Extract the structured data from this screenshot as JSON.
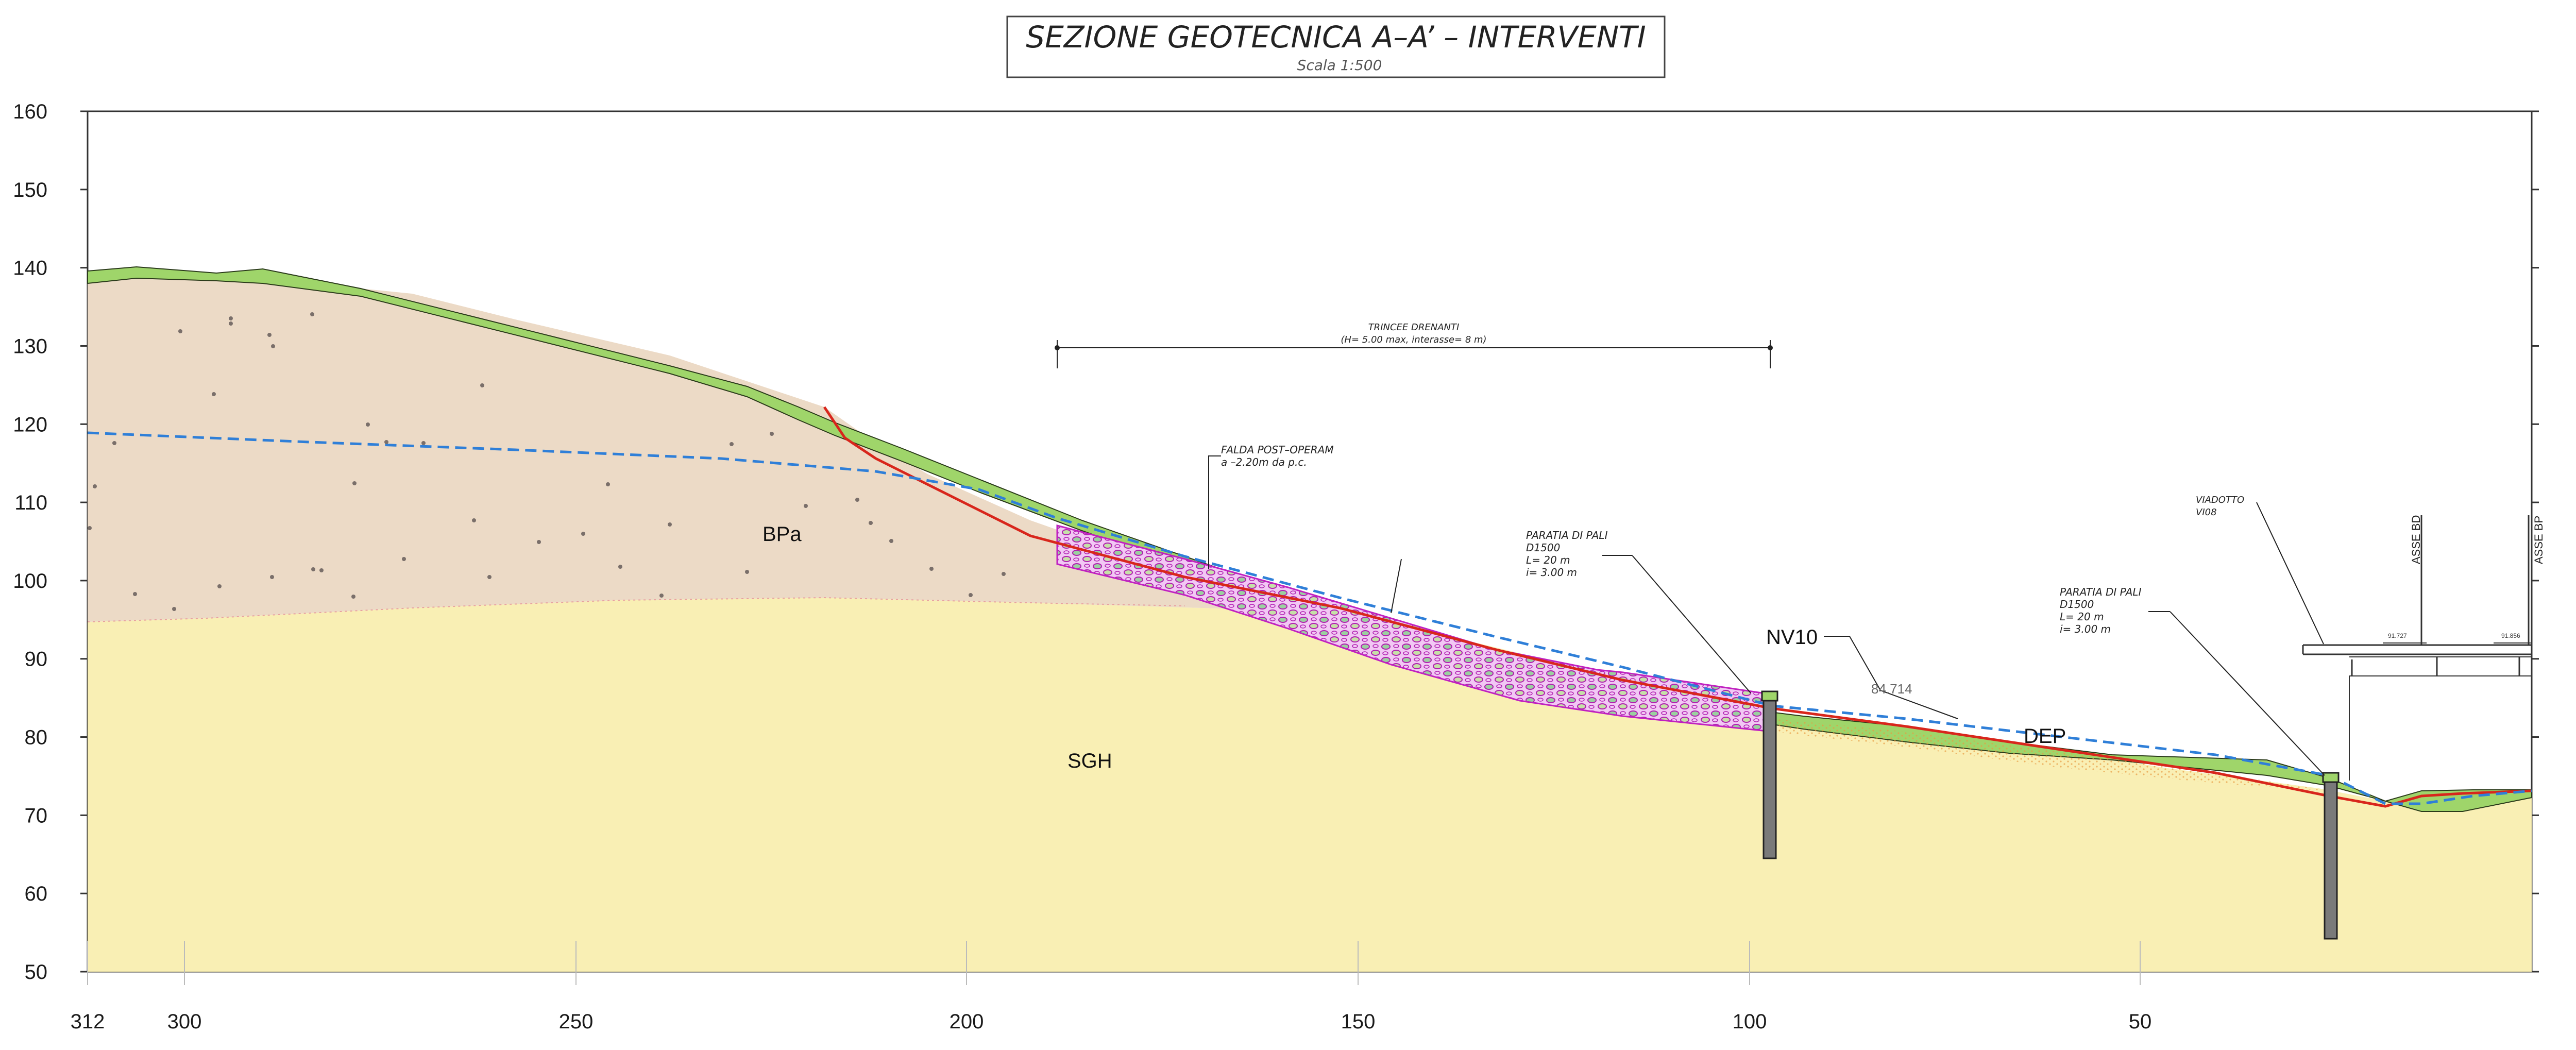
{
  "title": {
    "main": "SEZIONE  GEOTECNICA  A–A’  –  INTERVENTI",
    "scale": "Scala  1:500"
  },
  "axes": {
    "y_ticks": [
      "160",
      "150",
      "140",
      "130",
      "120",
      "110",
      "100",
      "90",
      "80",
      "70",
      "60",
      "50"
    ],
    "x_ticks": [
      "312",
      "300",
      "250",
      "200",
      "150",
      "100",
      "50"
    ]
  },
  "layers": {
    "bpa": "BPa",
    "sgh": "SGH",
    "dep": "DEP",
    "nv10": "NV10"
  },
  "annotations": {
    "trincee_1": "TRINCEE DRENANTI",
    "trincee_2": "(H= 5.00 max, interasse= 8 m)",
    "falda_1": "FALDA POST–OPERAM",
    "falda_2": "a  –2.20m  da p.c.",
    "paratia1_1": "PARATIA DI PALI",
    "paratia1_2": "D1500",
    "paratia1_3": "L= 20  m",
    "paratia1_4": "i= 3.00  m",
    "paratia2_1": "PARATIA DI PALI",
    "paratia2_2": "D1500",
    "paratia2_3": "L= 20  m",
    "paratia2_4": "i= 3.00  m",
    "viadotto_1": "VIADOTTO",
    "viadotto_2": "VI08",
    "asse_bd": "ASSE BD",
    "asse_bp": "ASSE BP",
    "elev_nv10": "84.714",
    "elev_v1": "91.727",
    "elev_v2": "91.856"
  },
  "colors": {
    "sgh_fill": "#f9efb4",
    "bpa_fill": "#ecdac6",
    "dep_fill": "#9fd56a",
    "slip_line": "#d8261c",
    "water_line": "#2f7fd8",
    "trench": "#c020c0",
    "pile": "#7a7a7a"
  }
}
